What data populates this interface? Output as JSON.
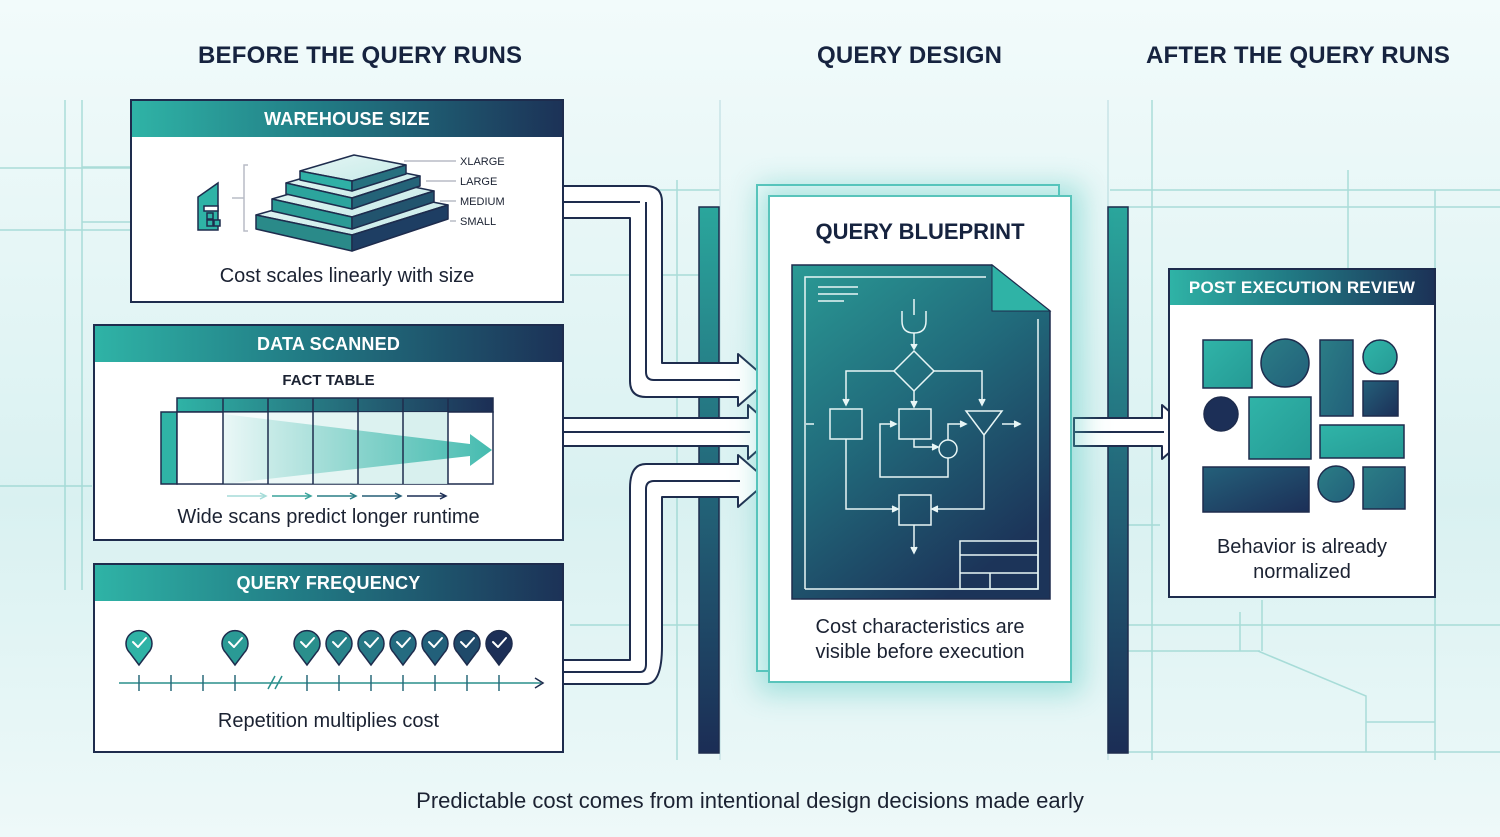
{
  "columns": {
    "before": "BEFORE THE QUERY RUNS",
    "design": "QUERY DESIGN",
    "after": "AFTER THE QUERY RUNS"
  },
  "panels": {
    "warehouse_size": {
      "header": "WAREHOUSE SIZE",
      "tiers": [
        "XLARGE",
        "LARGE",
        "MEDIUM",
        "SMALL"
      ],
      "caption": "Cost scales linearly with size"
    },
    "data_scanned": {
      "header": "DATA SCANNED",
      "table_label": "FACT TABLE",
      "caption": "Wide scans predict longer runtime"
    },
    "query_frequency": {
      "header": "QUERY FREQUENCY",
      "caption": "Repetition multiplies cost",
      "checkmark_count": 9
    },
    "blueprint": {
      "title": "QUERY BLUEPRINT",
      "caption_line1": "Cost characteristics are",
      "caption_line2": "visible before execution"
    },
    "post_review": {
      "header": "POST EXECUTION REVIEW",
      "caption_line1": "Behavior is already",
      "caption_line2": "normalized"
    }
  },
  "footer": "Predictable cost comes from intentional design decisions made early",
  "colors": {
    "teal": "#2fb3a6",
    "mid_teal": "#217a84",
    "navy": "#1c3257",
    "outline": "#1e2c4d"
  }
}
